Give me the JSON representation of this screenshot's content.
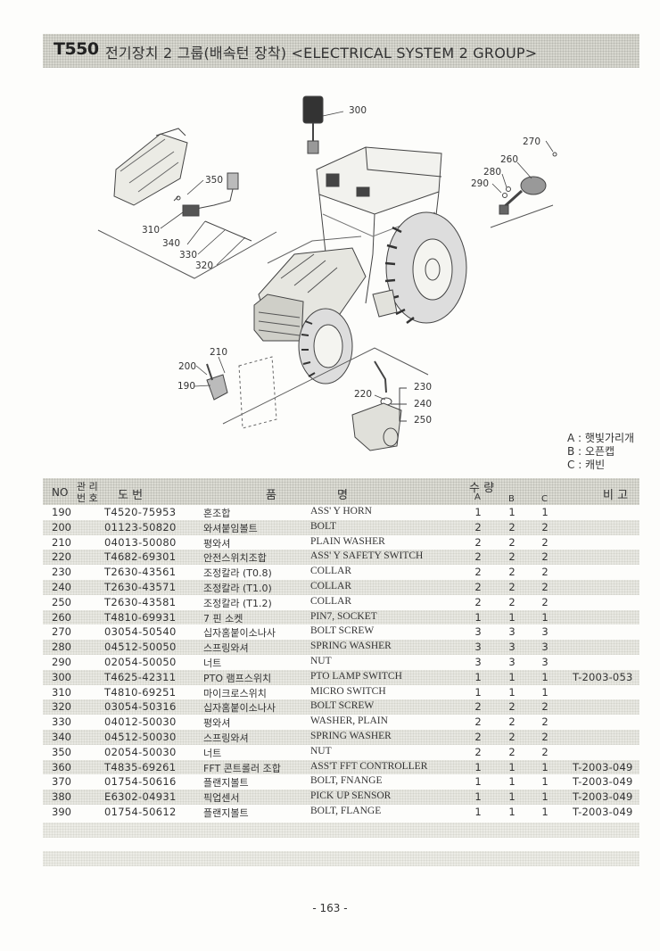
{
  "header": {
    "model": "T550",
    "title": "전기장치 2 그룹(배속턴 장착) <ELECTRICAL SYSTEM 2  GROUP>"
  },
  "callouts": {
    "c300": "300",
    "c270": "270",
    "c260": "260",
    "c280": "280",
    "c290": "290",
    "c350": "350",
    "c310": "310",
    "c340": "340",
    "c330": "330",
    "c320": "320",
    "c210": "210",
    "c200": "200",
    "c190": "190",
    "c220": "220",
    "c230": "230",
    "c240": "240",
    "c250": "250"
  },
  "legend": [
    "A : 햇빛가리개",
    "B : 오픈캡",
    "C : 캐빈"
  ],
  "table": {
    "headers": {
      "no": "NO",
      "mgmt_top": "관 리",
      "mgmt_bottom": "번 호",
      "drawing": "도    번",
      "item": "품",
      "name": "명",
      "qty": "수    량",
      "a": "A",
      "b": "B",
      "c": "C",
      "remarks": "비 고"
    },
    "rows": [
      {
        "no": "190",
        "part": "T4520-75953",
        "kr": "혼조합",
        "en": "ASS' Y HORN",
        "a": "1",
        "b": "1",
        "c": "1",
        "rm": ""
      },
      {
        "no": "200",
        "part": "01123-50820",
        "kr": "와셔붙임볼트",
        "en": "BOLT",
        "a": "2",
        "b": "2",
        "c": "2",
        "rm": ""
      },
      {
        "no": "210",
        "part": "04013-50080",
        "kr": "평와셔",
        "en": "PLAIN WASHER",
        "a": "2",
        "b": "2",
        "c": "2",
        "rm": ""
      },
      {
        "no": "220",
        "part": "T4682-69301",
        "kr": "안전스위치조합",
        "en": "ASS' Y SAFETY SWITCH",
        "a": "2",
        "b": "2",
        "c": "2",
        "rm": ""
      },
      {
        "no": "230",
        "part": "T2630-43561",
        "kr": "조정칼라 (T0.8)",
        "en": "COLLAR",
        "a": "2",
        "b": "2",
        "c": "2",
        "rm": ""
      },
      {
        "no": "240",
        "part": "T2630-43571",
        "kr": "조정칼라 (T1.0)",
        "en": "COLLAR",
        "a": "2",
        "b": "2",
        "c": "2",
        "rm": ""
      },
      {
        "no": "250",
        "part": "T2630-43581",
        "kr": "조정칼라 (T1.2)",
        "en": "COLLAR",
        "a": "2",
        "b": "2",
        "c": "2",
        "rm": ""
      },
      {
        "no": "260",
        "part": "T4810-69931",
        "kr": "7 핀 소켓",
        "en": "PIN7, SOCKET",
        "a": "1",
        "b": "1",
        "c": "1",
        "rm": ""
      },
      {
        "no": "270",
        "part": "03054-50540",
        "kr": "십자홈붙이소나사",
        "en": "BOLT SCREW",
        "a": "3",
        "b": "3",
        "c": "3",
        "rm": ""
      },
      {
        "no": "280",
        "part": "04512-50050",
        "kr": "스프링와셔",
        "en": "SPRING WASHER",
        "a": "3",
        "b": "3",
        "c": "3",
        "rm": ""
      },
      {
        "no": "290",
        "part": "02054-50050",
        "kr": "너트",
        "en": "NUT",
        "a": "3",
        "b": "3",
        "c": "3",
        "rm": ""
      },
      {
        "no": "300",
        "part": "T4625-42311",
        "kr": "PTO 램프스위치",
        "en": "PTO LAMP SWITCH",
        "a": "1",
        "b": "1",
        "c": "1",
        "rm": "T-2003-053"
      },
      {
        "no": "310",
        "part": "T4810-69251",
        "kr": "마이크로스위치",
        "en": "MICRO SWITCH",
        "a": "1",
        "b": "1",
        "c": "1",
        "rm": ""
      },
      {
        "no": "320",
        "part": "03054-50316",
        "kr": "십자홈붙이소나사",
        "en": "BOLT SCREW",
        "a": "2",
        "b": "2",
        "c": "2",
        "rm": ""
      },
      {
        "no": "330",
        "part": "04012-50030",
        "kr": "평와셔",
        "en": "WASHER, PLAIN",
        "a": "2",
        "b": "2",
        "c": "2",
        "rm": ""
      },
      {
        "no": "340",
        "part": "04512-50030",
        "kr": "스프링와셔",
        "en": "SPRING WASHER",
        "a": "2",
        "b": "2",
        "c": "2",
        "rm": ""
      },
      {
        "no": "350",
        "part": "02054-50030",
        "kr": "너트",
        "en": "NUT",
        "a": "2",
        "b": "2",
        "c": "2",
        "rm": ""
      },
      {
        "no": "360",
        "part": "T4835-69261",
        "kr": "FFT 콘트롤러 조합",
        "en": "ASS'T FFT CONTROLLER",
        "a": "1",
        "b": "1",
        "c": "1",
        "rm": "T-2003-049"
      },
      {
        "no": "370",
        "part": "01754-50616",
        "kr": "플랜지볼트",
        "en": "BOLT, FNANGE",
        "a": "1",
        "b": "1",
        "c": "1",
        "rm": "T-2003-049"
      },
      {
        "no": "380",
        "part": "E6302-04931",
        "kr": "픽업센서",
        "en": "PICK UP SENSOR",
        "a": "1",
        "b": "1",
        "c": "1",
        "rm": "T-2003-049"
      },
      {
        "no": "390",
        "part": "01754-50612",
        "kr": "플랜지볼트",
        "en": "BOLT, FLANGE",
        "a": "1",
        "b": "1",
        "c": "1",
        "rm": "T-2003-049"
      }
    ]
  },
  "page_number": "- 163 -"
}
